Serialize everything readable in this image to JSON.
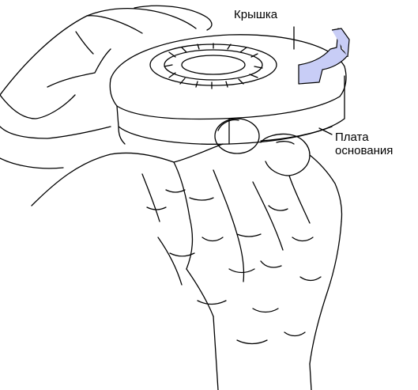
{
  "labels": {
    "lid": "Крышка",
    "base_line1": "Плата",
    "base_line2": "основания"
  },
  "colors": {
    "arrow_fill": "#c8cdf6",
    "line": "#000000",
    "background": "#ffffff"
  }
}
